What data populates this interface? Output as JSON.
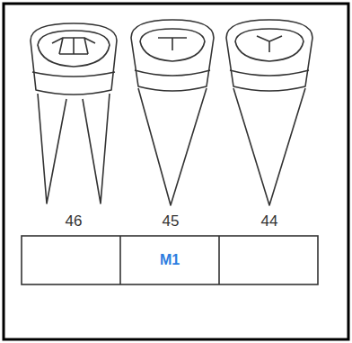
{
  "diagram": {
    "labels": [
      "46",
      "45",
      "44",
      "M1"
    ]
  }
}
